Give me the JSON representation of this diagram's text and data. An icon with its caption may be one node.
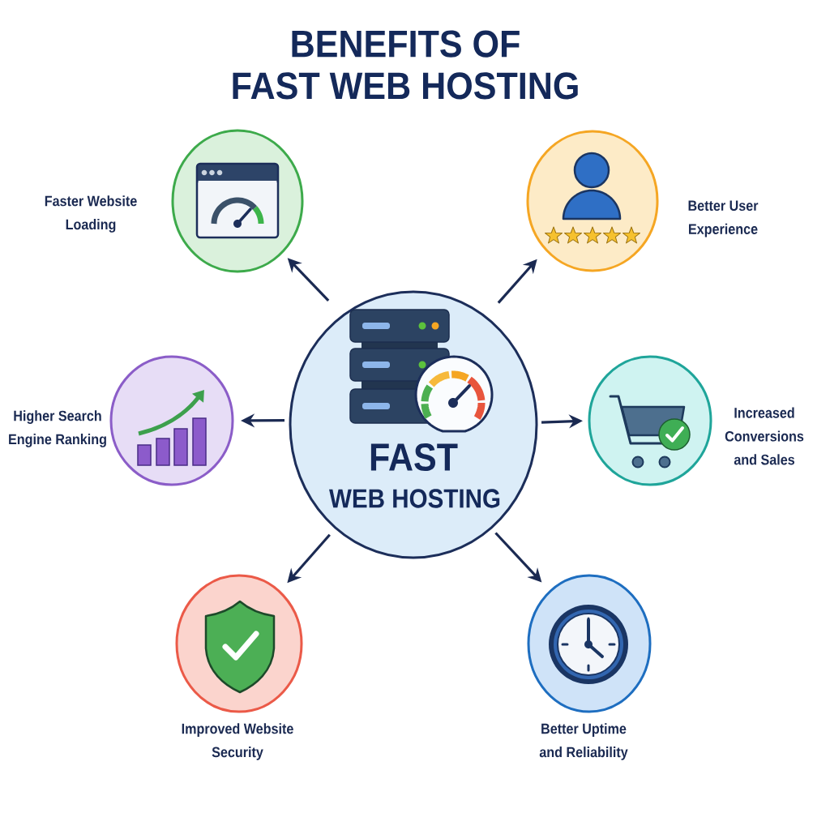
{
  "diagram": {
    "title": "BENEFITS OF FAST WEB HOSTING",
    "nodes": [
      {
        "text": [
          "FAST",
          "WEB HOSTING"
        ]
      },
      {
        "text": [],
        "shape": "circle",
        "beside": [
          "Faster Website Loading"
        ]
      },
      {
        "text": [],
        "shape": "circle",
        "beside": [
          "Better User Experience"
        ]
      },
      {
        "text": [],
        "shape": "circle",
        "beside": [
          "Higher Search Engine Ranking"
        ]
      },
      {
        "text": [],
        "shape": "circle",
        "beside": [
          "Increased Conversions and Sales"
        ]
      },
      {
        "text": [],
        "shape": "circle",
        "beside": [
          "Improved Website Security"
        ]
      },
      {
        "text": [],
        "shape": "circle",
        "beside": [
          "Better Uptime and Reliability"
        ]
      }
    ],
    "edges": [
      {
        "from": 0,
        "to": 1,
        "arrow": "to"
      },
      {
        "from": 0,
        "to": 2,
        "arrow": "to"
      },
      {
        "from": 0,
        "to": 3,
        "arrow": "to"
      },
      {
        "from": 0,
        "to": 4,
        "arrow": "to"
      },
      {
        "from": 0,
        "to": 5,
        "arrow": "to"
      },
      {
        "from": 0,
        "to": 6,
        "arrow": "to"
      }
    ]
  }
}
